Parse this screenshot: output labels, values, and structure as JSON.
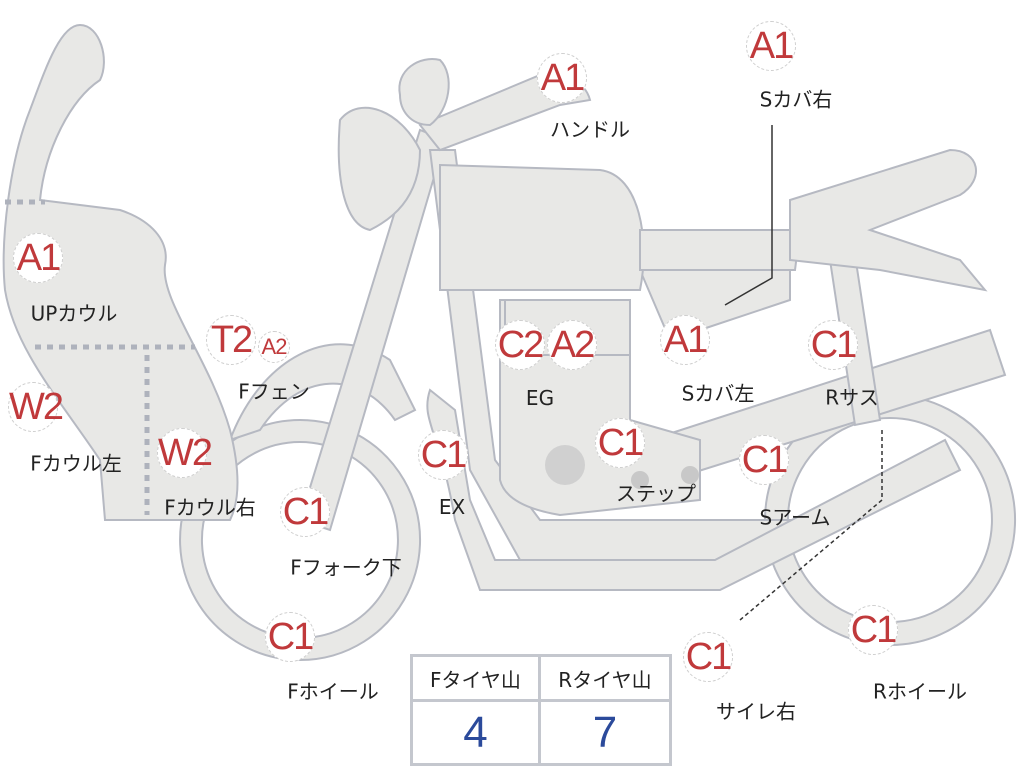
{
  "markers": [
    {
      "code": "A1",
      "label": "ハンドル"
    },
    {
      "code": "A1",
      "label": "Sカバ右"
    },
    {
      "code": "A1",
      "label": "UPカウル"
    },
    {
      "code": "T2",
      "label": "Fフェン"
    },
    {
      "code": "A2"
    },
    {
      "code": "W2",
      "label": "Fカウル左"
    },
    {
      "code": "W2",
      "label": "Fカウル右"
    },
    {
      "code": "C2",
      "label": "EG"
    },
    {
      "code": "A2"
    },
    {
      "code": "A1",
      "label": "Sカバ左"
    },
    {
      "code": "C1",
      "label": "Rサス"
    },
    {
      "code": "C1",
      "label": "EX"
    },
    {
      "code": "C1",
      "label": "ステップ"
    },
    {
      "code": "C1",
      "label": "Sアーム"
    },
    {
      "code": "C1",
      "label": "Fフォーク下"
    },
    {
      "code": "C1",
      "label": "Fホイール"
    },
    {
      "code": "C1",
      "label": "サイレ右"
    },
    {
      "code": "C1",
      "label": "Rホイール"
    }
  ],
  "tire_table": {
    "headers": [
      "Fタイヤ山",
      "Rタイヤ山"
    ],
    "values": [
      "4",
      "7"
    ]
  },
  "colors": {
    "code": "#c0393b",
    "value": "#2b4a9b",
    "body": "#e8e8e6",
    "outline": "#b6b9c2"
  }
}
